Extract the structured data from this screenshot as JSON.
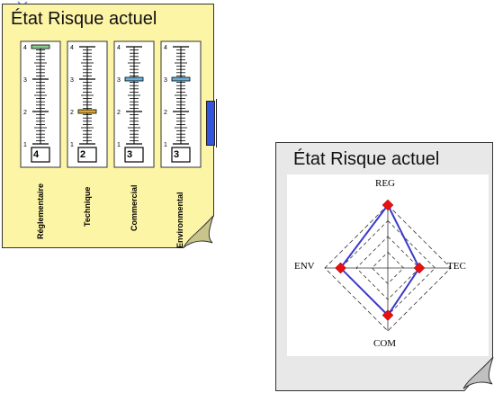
{
  "colors": {
    "panel_left_bg": "#fdf5a6",
    "panel_right_bg": "#e8e8e8",
    "radar_series": "#3a3ac8",
    "radar_marker": "#e81010",
    "side_handle": "#3355dd"
  },
  "left_panel": {
    "title": "État Risque actuel",
    "gauges": [
      {
        "label": "Réglementaire",
        "value_display": "4",
        "value": 4,
        "marker_color": "#88cc88"
      },
      {
        "label": "Technique",
        "value_display": "2",
        "value": 2,
        "marker_color": "#d9a830"
      },
      {
        "label": "Commercial",
        "value_display": "3",
        "value": 3,
        "marker_color": "#6ab0d8"
      },
      {
        "label": "Environmental",
        "value_display": "3",
        "value": 3,
        "marker_color": "#6ab0d8"
      }
    ],
    "scale_ticks": [
      "1",
      "2",
      "3",
      "4"
    ]
  },
  "right_panel": {
    "title": "État Risque actuel",
    "chart_data": {
      "type": "radar",
      "axes": [
        "REG",
        "TEC",
        "COM",
        "ENV"
      ],
      "values": [
        4,
        2,
        3,
        3
      ],
      "range": [
        0,
        4
      ],
      "rings": 4
    }
  },
  "icons": [
    "folded-corner-icon",
    "side-handle-icon",
    "connector-arrow-icon"
  ]
}
